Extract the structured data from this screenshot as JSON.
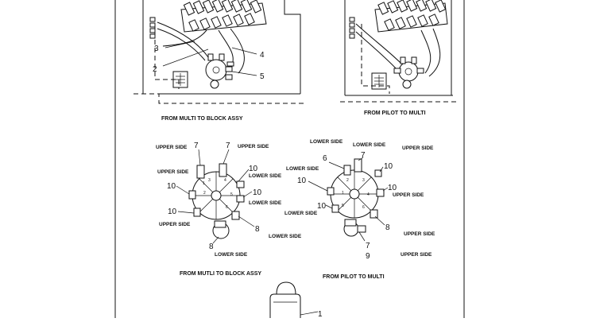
{
  "captions": {
    "top_left": "FROM MULTI TO BLOCK ASSY",
    "top_right": "FROM PILOT TO MULTI",
    "mid_left": "FROM MUTLI TO BLOCK ASSY",
    "mid_right": "FROM PILOT TO MULTI"
  },
  "callouts_top_left": [
    "3",
    "2",
    "4",
    "5"
  ],
  "left_valve": {
    "labels": {
      "upper_side_tl": "UPPER SIDE",
      "upper_side_tr": "UPPER SIDE",
      "upper_side_l": "UPPER SIDE",
      "lower_side_r1": "LOWER SIDE",
      "lower_side_r2": "LOWER SIDE",
      "upper_side_bl": "UPPER SIDE",
      "lower_side_br": "LOWER SIDE",
      "lower_side_b": "LOWER SIDE"
    },
    "callouts": {
      "seven_a": "7",
      "seven_b": "7",
      "ten_a": "10",
      "ten_b": "10",
      "ten_c": "10",
      "ten_d": "10",
      "eight_a": "8",
      "eight_b": "8"
    },
    "ports": [
      "1",
      "2",
      "3",
      "4",
      "5",
      "6"
    ]
  },
  "right_valve": {
    "labels": {
      "lower_side_t1": "LOWER SIDE",
      "lower_side_t2": "LOWER SIDE",
      "upper_side_t": "UPPER SIDE",
      "lower_side_l": "LOWER SIDE",
      "upper_side_r": "UPPER SIDE",
      "lower_side_l2": "LOWER SIDE",
      "upper_side_b1": "UPPER SIDE",
      "upper_side_b2": "UPPER SIDE"
    },
    "callouts": {
      "six": "6",
      "seven_a": "7",
      "ten_a": "10",
      "ten_b": "10",
      "ten_c": "10",
      "ten_d": "10",
      "eight": "8",
      "seven_b": "7",
      "nine": "9"
    },
    "ports": [
      "1",
      "2",
      "3",
      "4",
      "5",
      "6"
    ]
  },
  "bottom": {
    "callout": "1"
  }
}
